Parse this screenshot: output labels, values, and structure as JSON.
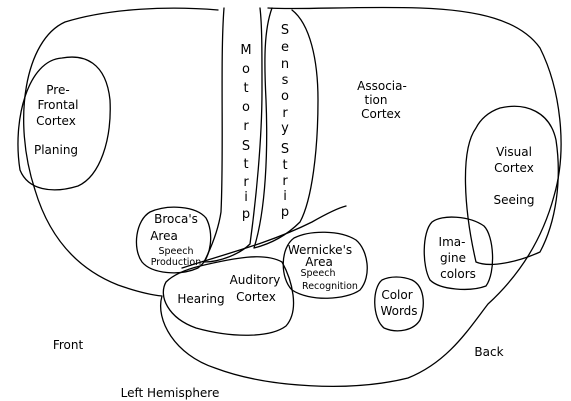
{
  "regions": {
    "prefrontal": {
      "lines": [
        "Pre-",
        "Frontal",
        "Cortex"
      ],
      "sub": "Planing"
    },
    "motor_strip": {
      "letters": [
        "M",
        "o",
        "t",
        "o",
        "r",
        "",
        "S",
        "t",
        "r",
        "i",
        "p"
      ]
    },
    "sensory_strip": {
      "letters": [
        "S",
        "e",
        "n",
        "s",
        "o",
        "r",
        "y",
        "",
        "S",
        "t",
        "r",
        "i",
        "p"
      ]
    },
    "association": {
      "lines": [
        "Associa-",
        "tion",
        "Cortex"
      ]
    },
    "visual": {
      "lines": [
        "Visual",
        "Cortex"
      ],
      "sub": "Seeing"
    },
    "brocas": {
      "lines": [
        "Broca's",
        "Area"
      ],
      "sub_lines": [
        "Speech",
        "Production"
      ]
    },
    "wernickes": {
      "lines": [
        "Wernicke's",
        "Area"
      ],
      "sub_lines": [
        "Speech",
        "Recognition"
      ]
    },
    "auditory": {
      "lines": [
        "Auditory",
        "Cortex"
      ]
    },
    "hearing": {
      "label": "Hearing"
    },
    "imagine": {
      "lines": [
        "Ima-",
        "gine",
        "colors"
      ]
    },
    "color_words": {
      "lines": [
        "Color",
        "Words"
      ]
    }
  },
  "orientation": {
    "front": "Front",
    "back": "Back"
  },
  "caption": "Left Hemisphere"
}
